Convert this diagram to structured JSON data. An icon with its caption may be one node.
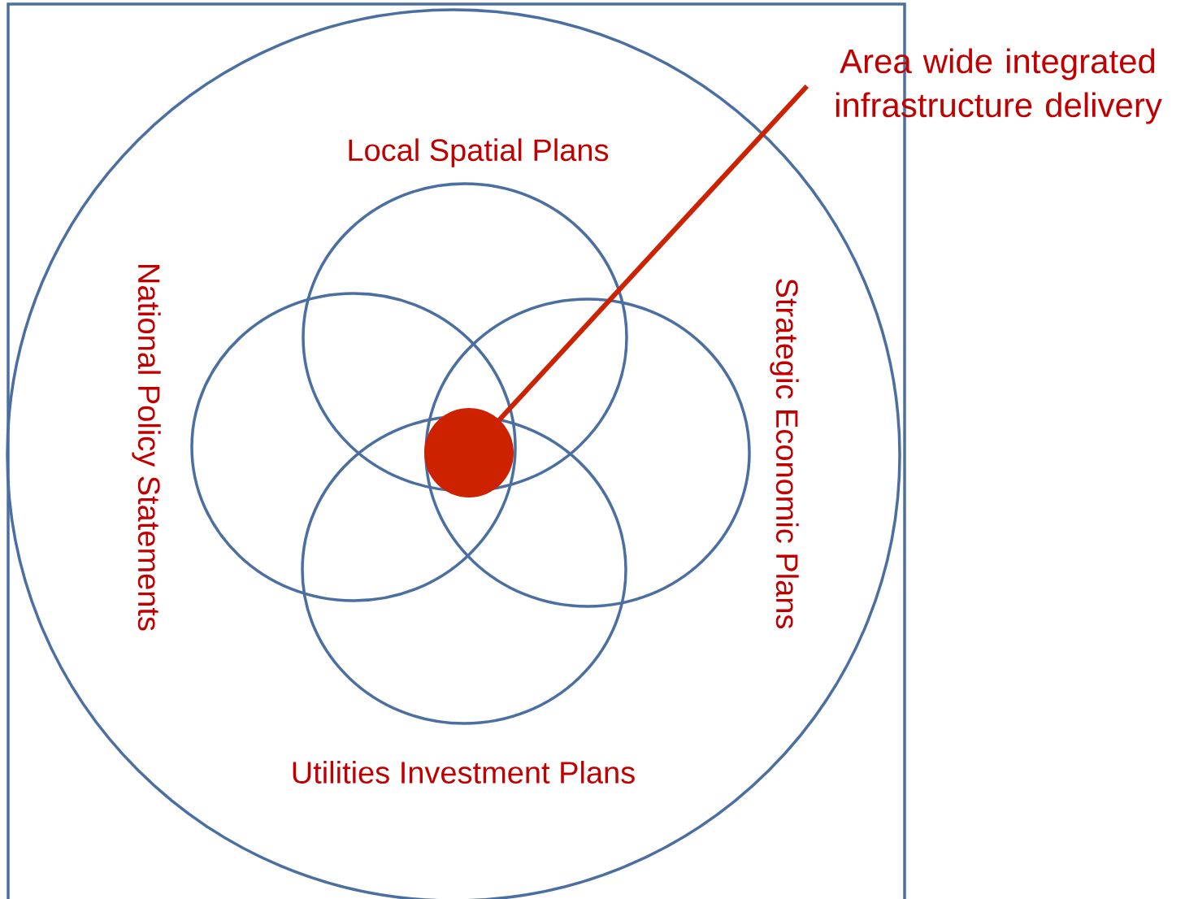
{
  "diagram": {
    "nodes": [
      {
        "text": [
          "Area wide integrated infrastructure delivery"
        ]
      },
      {
        "text": [],
        "shape": "circle"
      }
    ],
    "edges": [
      {
        "from": 0,
        "to": 1,
        "arrow": "none"
      }
    ],
    "labels": [
      "Local Spatial Plans",
      "National Policy Statements",
      "Strategic Economic Plans",
      "Utilities Investment Plans"
    ]
  }
}
